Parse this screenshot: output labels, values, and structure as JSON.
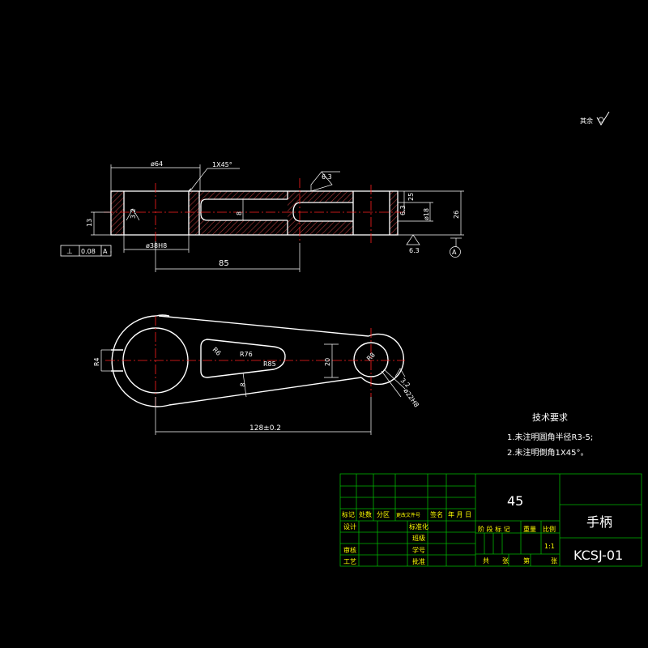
{
  "colors": {
    "background": "#000000",
    "outline": "#ffffff",
    "dimension": "#ffffff",
    "centerline": "#ff2020",
    "hatch": "#c04040",
    "frame": "#00b400",
    "tb_text": "#ffff00",
    "tb_text_white": "#ffffff"
  },
  "roughness_note": {
    "prefix": "其余",
    "symbol": "surface-roughness-icon"
  },
  "front_view": {
    "dims": {
      "d64": "ø64",
      "chamfer": "1X45°",
      "ra63_top": "6.3",
      "r32": "3.2",
      "w8": "8",
      "r25": "25",
      "r63_small": "6.3",
      "d18": "ø18",
      "h26": "26",
      "h13": "13",
      "d38h8": "ø38H8",
      "ra63_bottom": "6.3",
      "len85": "85",
      "datum": "A"
    },
    "tolerance": {
      "symbol": "⊥",
      "value": "0.08",
      "datum": "A"
    }
  },
  "plan_view": {
    "dims": {
      "r4": "R4",
      "r6": "R6",
      "r76": "R76",
      "r85": "R85",
      "w8": "8",
      "h20": "20",
      "r8": "R8",
      "r32": "3.2",
      "d22h8": "ø22H8",
      "center_distance": "128±0.2"
    }
  },
  "tech_requirements": {
    "title": "技术要求",
    "items": [
      "1.未注明圆角半径R3-5;",
      "2.未注明倒角1X45°。"
    ]
  },
  "title_block": {
    "material": "45",
    "part_name": "手柄",
    "drawing_no": "KCSJ-01",
    "rev_row": [
      "标记",
      "处数",
      "分区",
      "更改文件号",
      "签名",
      "年 月 日"
    ],
    "design": "设计",
    "standard": "标准化",
    "class": "班级",
    "review": "审核",
    "student_no": "学号",
    "process": "工艺",
    "approve": "批准",
    "stage_mark": "阶 段 标 记",
    "weight": "重量",
    "scale_label": "比例",
    "scale_value": "1:1",
    "sheets_total": "共",
    "sheets_unit": "张",
    "sheet_no": "第",
    "sheet_unit2": "张"
  }
}
